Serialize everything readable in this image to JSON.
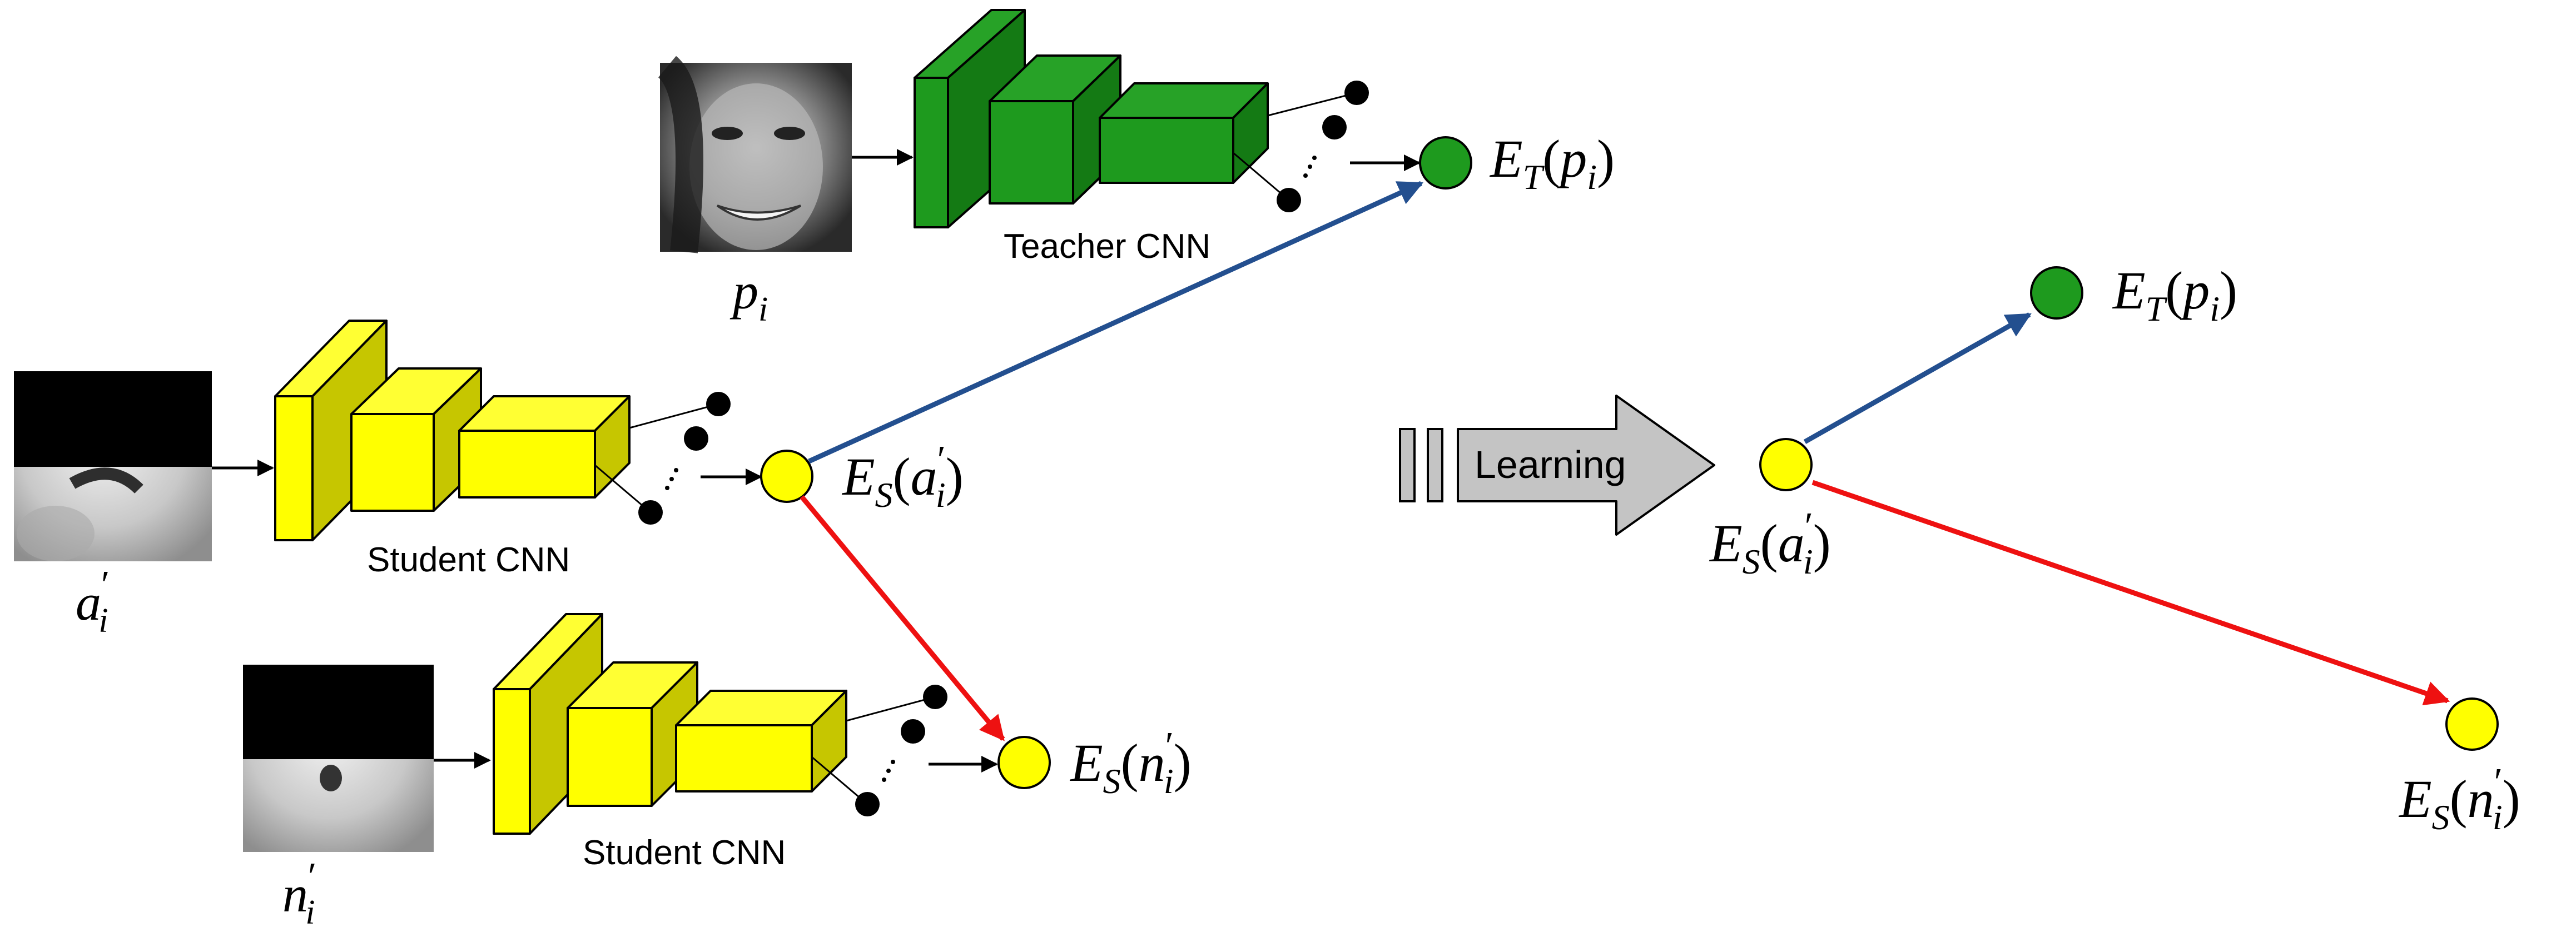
{
  "teacher": {
    "caption": "Teacher CNN",
    "input_label": {
      "base": "p",
      "sub": "i"
    },
    "embedding_label": {
      "func": "E",
      "func_sub": "T",
      "open": "(",
      "arg": "p",
      "arg_sub": "i",
      "close": ")"
    }
  },
  "student_anchor": {
    "caption": "Student CNN",
    "input_label": {
      "base": "a",
      "prime": "′",
      "sub": "i"
    },
    "embedding_label": {
      "func": "E",
      "func_sub": "S",
      "open": "(",
      "arg": "a",
      "arg_prime": "′",
      "arg_sub": "i",
      "close": ")"
    }
  },
  "student_negative": {
    "caption": "Student CNN",
    "input_label": {
      "base": "n",
      "prime": "′",
      "sub": "i"
    },
    "embedding_label": {
      "func": "E",
      "func_sub": "S",
      "open": "(",
      "arg": "n",
      "arg_prime": "′",
      "arg_sub": "i",
      "close": ")"
    }
  },
  "learning_arrow": {
    "label": "Learning"
  },
  "result": {
    "teacher_label": {
      "func": "E",
      "func_sub": "T",
      "open": "(",
      "arg": "p",
      "arg_sub": "i",
      "close": ")"
    },
    "anchor_label": {
      "func": "E",
      "func_sub": "S",
      "open": "(",
      "arg": "a",
      "arg_prime": "′",
      "arg_sub": "i",
      "close": ")"
    },
    "negative_label": {
      "func": "E",
      "func_sub": "S",
      "open": "(",
      "arg": "n",
      "arg_prime": "′",
      "arg_sub": "i",
      "close": ")"
    }
  },
  "colors": {
    "teacher_green": "#1e9a1e",
    "student_yellow": "#ffff00",
    "pull_blue": "#234f8f",
    "push_red": "#ee1111",
    "learning_gray": "#c4c4c4"
  }
}
